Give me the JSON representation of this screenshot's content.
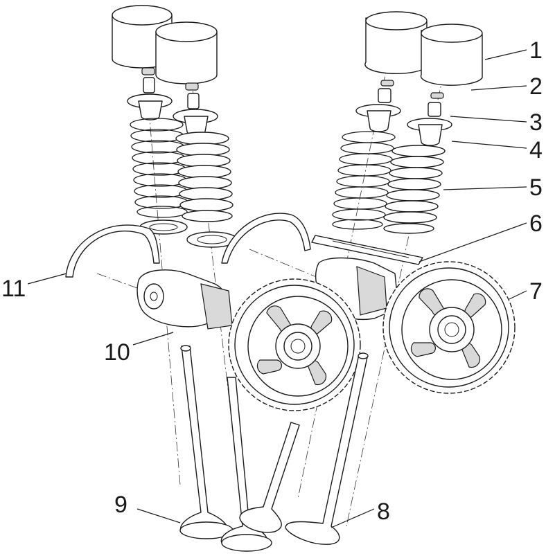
{
  "callouts": {
    "c1": "1",
    "c2": "2",
    "c3": "3",
    "c4": "4",
    "c5": "5",
    "c6": "6",
    "c7": "7",
    "c8": "8",
    "c9": "9",
    "c10": "10",
    "c11": "11"
  },
  "parts": {
    "tappet": "tappet-bucket-icon",
    "keeper": "valve-keeper-icon",
    "retainer": "spring-retainer-icon",
    "spring": "valve-spring-icon",
    "seat": "spring-seat-icon",
    "sprocket": "cam-sprocket-icon",
    "valve": "valve-icon",
    "camshaft": "camshaft-icon",
    "chain_guide": "chain-guide-icon"
  },
  "colors": {
    "line": "#1a1a1a",
    "fill": "#ffffff",
    "shade": "#d9d9d9"
  }
}
